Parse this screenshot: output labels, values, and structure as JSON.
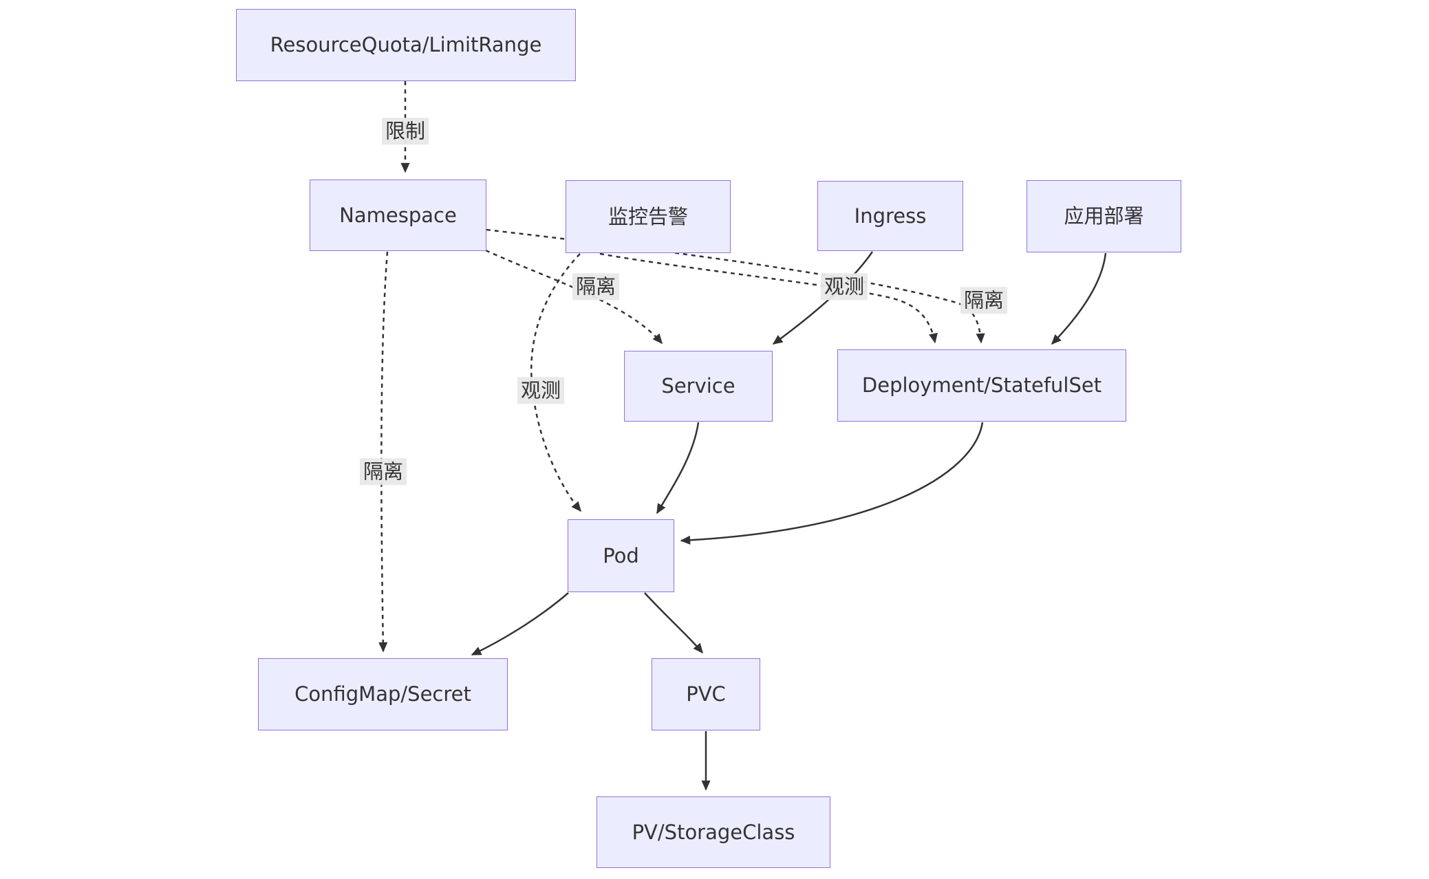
{
  "diagram": {
    "type": "flowchart",
    "background": "#ffffff",
    "colors": {
      "node_fill": "#ECECFF",
      "node_border": "#9370DB",
      "edge_stroke": "#333333",
      "edge_label_bg": "#e8e8e8",
      "text": "#333333"
    },
    "nodes": [
      {
        "id": "quota",
        "label": "ResourceQuota/LimitRange"
      },
      {
        "id": "namespace",
        "label": "Namespace"
      },
      {
        "id": "monitor",
        "label": "监控告警"
      },
      {
        "id": "ingress",
        "label": "Ingress"
      },
      {
        "id": "appdeploy",
        "label": "应用部署"
      },
      {
        "id": "service",
        "label": "Service"
      },
      {
        "id": "deployment",
        "label": "Deployment/StatefulSet"
      },
      {
        "id": "pod",
        "label": "Pod"
      },
      {
        "id": "configmap",
        "label": "ConfigMap/Secret"
      },
      {
        "id": "pvc",
        "label": "PVC"
      },
      {
        "id": "pv",
        "label": "PV/StorageClass"
      }
    ],
    "edges": [
      {
        "from": "ResourceQuota/LimitRange",
        "to": "Namespace",
        "label": "限制",
        "style": "dashed"
      },
      {
        "from": "Namespace",
        "to": "Service",
        "label": "隔离",
        "style": "dashed"
      },
      {
        "from": "Namespace",
        "to": "Deployment/StatefulSet",
        "label": "隔离",
        "style": "dashed"
      },
      {
        "from": "Namespace",
        "to": "ConfigMap/Secret",
        "label": "隔离",
        "style": "dashed"
      },
      {
        "from": "监控告警",
        "to": "Deployment/StatefulSet",
        "label": "观测",
        "style": "dashed"
      },
      {
        "from": "监控告警",
        "to": "Pod",
        "label": "观测",
        "style": "dashed"
      },
      {
        "from": "Ingress",
        "to": "Service",
        "label": "",
        "style": "solid"
      },
      {
        "from": "应用部署",
        "to": "Deployment/StatefulSet",
        "label": "",
        "style": "solid"
      },
      {
        "from": "Service",
        "to": "Pod",
        "label": "",
        "style": "solid"
      },
      {
        "from": "Deployment/StatefulSet",
        "to": "Pod",
        "label": "",
        "style": "solid"
      },
      {
        "from": "Pod",
        "to": "ConfigMap/Secret",
        "label": "",
        "style": "solid"
      },
      {
        "from": "Pod",
        "to": "PVC",
        "label": "",
        "style": "solid"
      },
      {
        "from": "PVC",
        "to": "PV/StorageClass",
        "label": "",
        "style": "solid"
      }
    ]
  }
}
